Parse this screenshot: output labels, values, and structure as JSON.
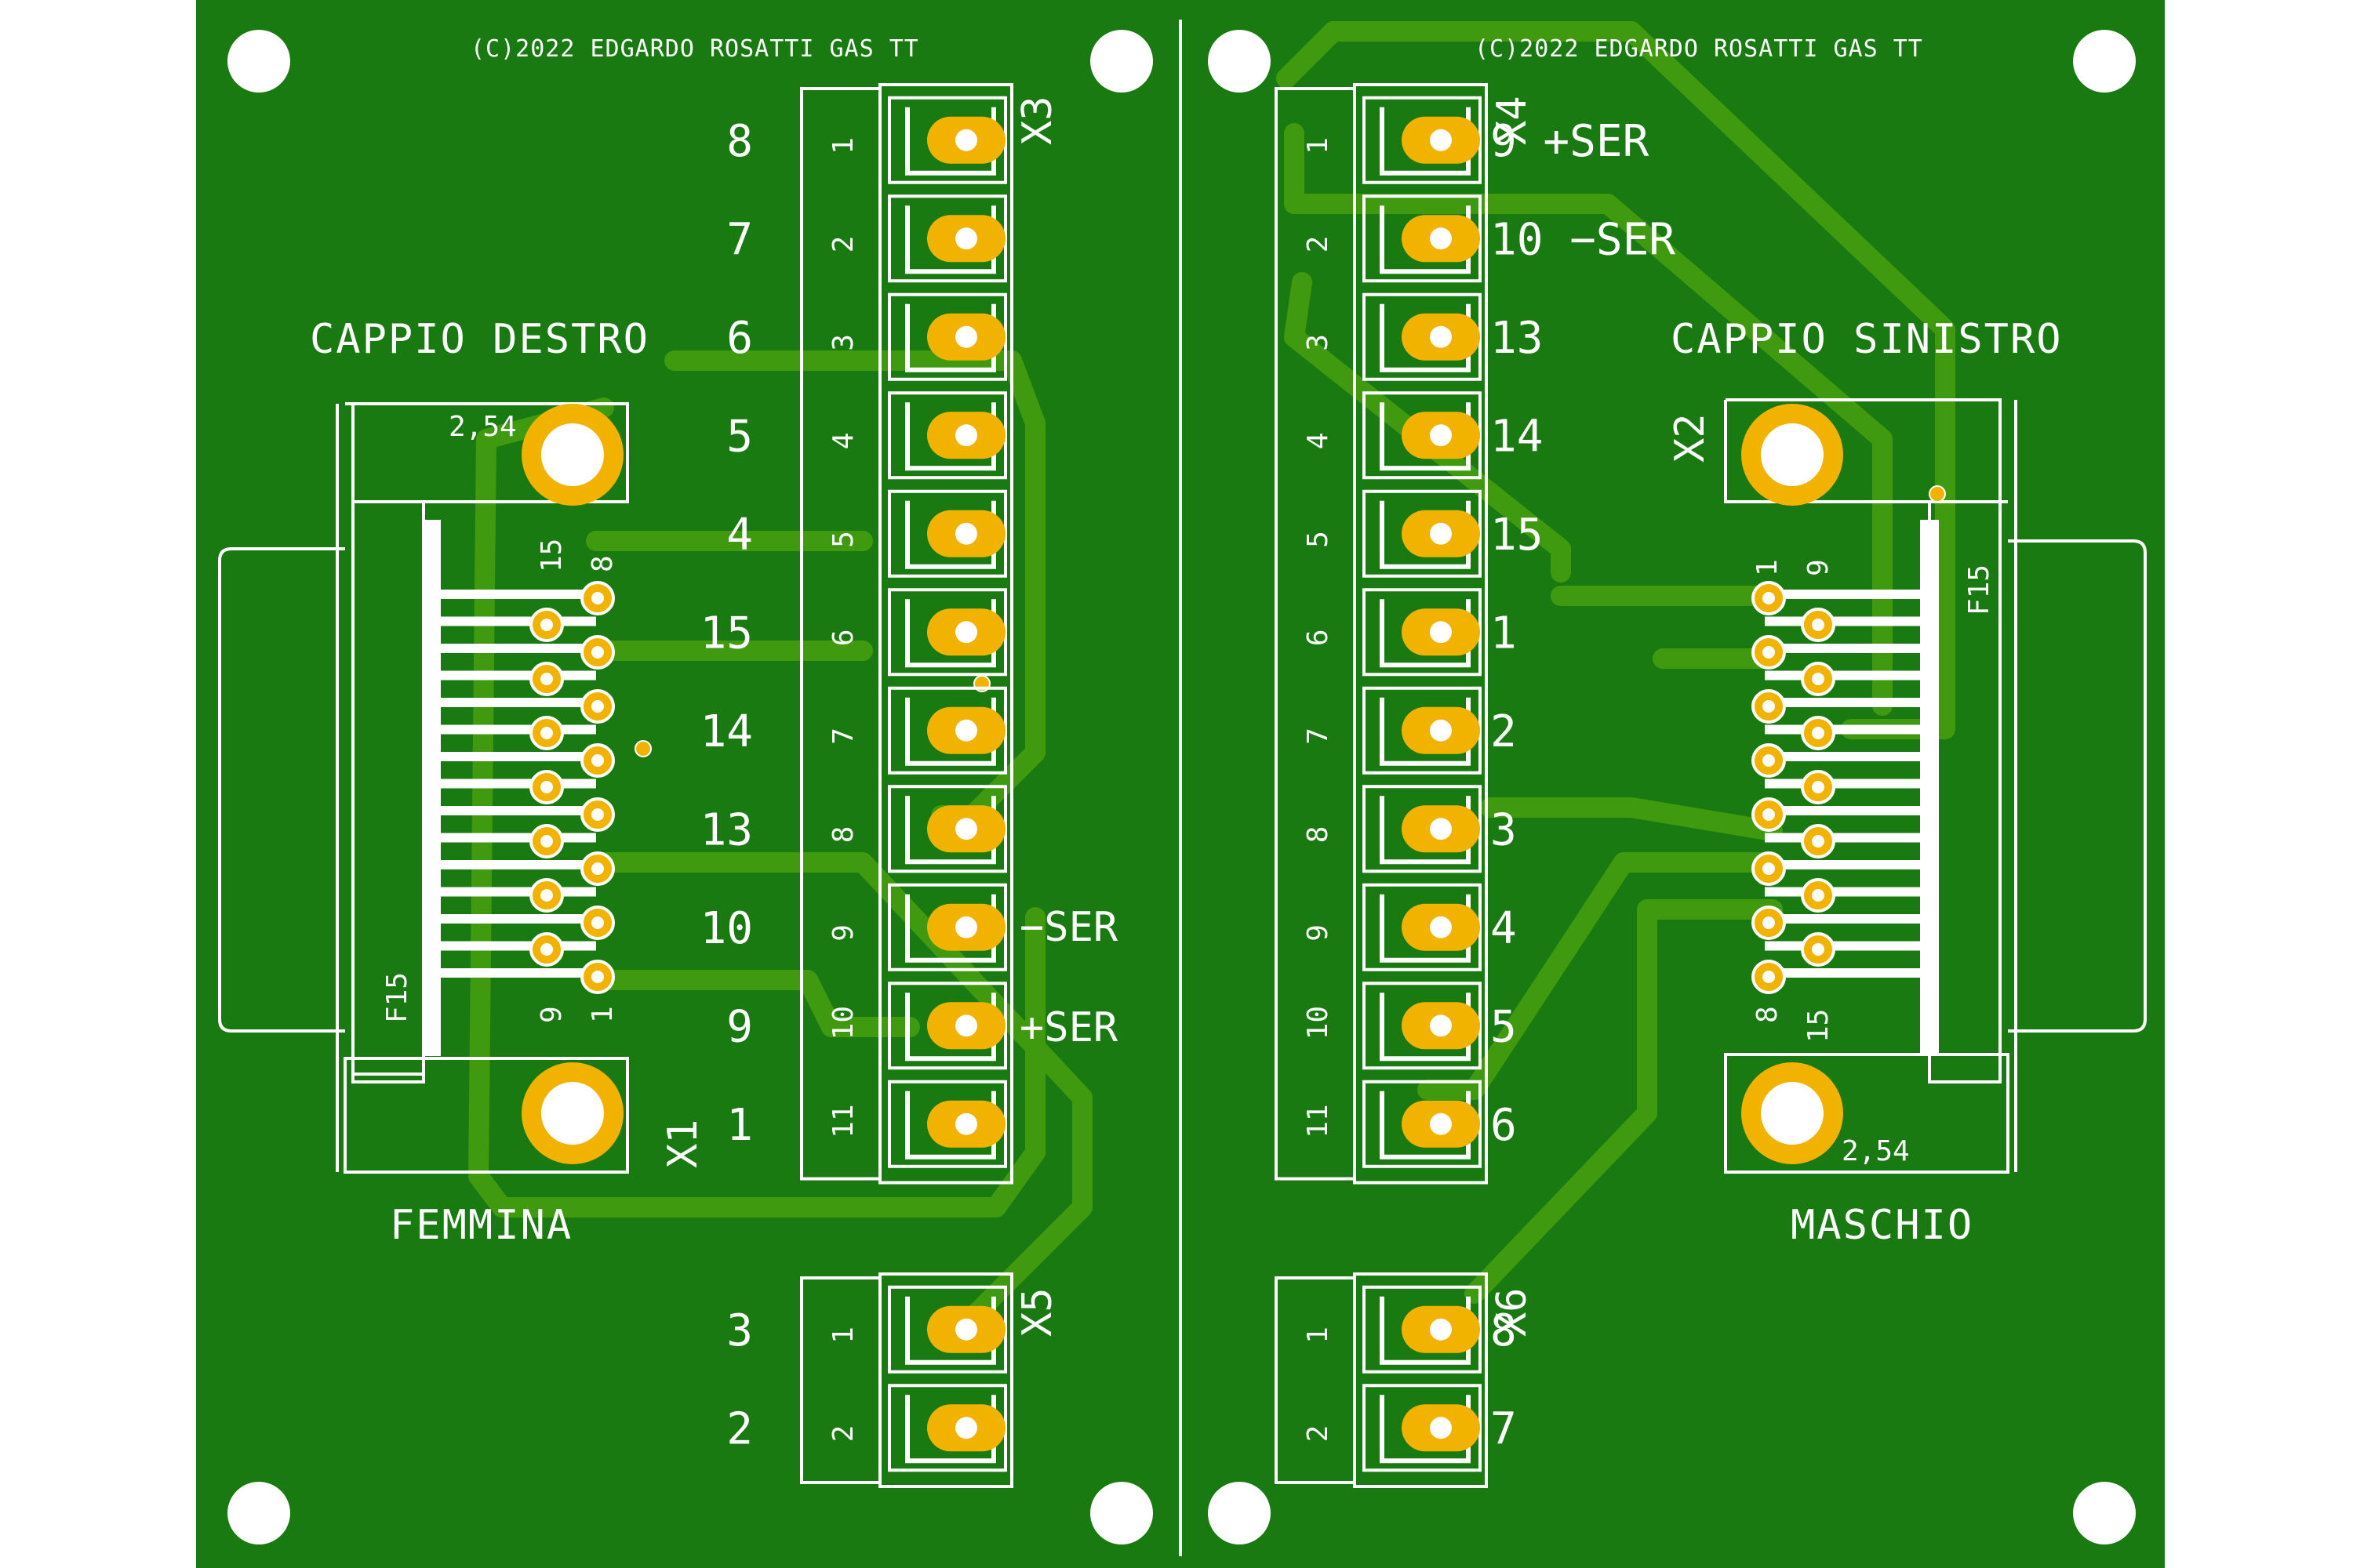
{
  "board": {
    "copyright_left": "(C)2022 EDGARDO ROSATTI GAS TT",
    "copyright_right": "(C)2022 EDGARDO ROSATTI GAS TT",
    "colors": {
      "board": "#1a7a12",
      "trace": "#3f9a10",
      "pad": "#f2b200",
      "silk": "#ffffff"
    }
  },
  "left": {
    "title": "CAPPIO DESTRO",
    "subtitle": "FEMMINA",
    "dsub_ref": "X1",
    "dsub_code": "F15",
    "pitch": "2,54",
    "pin15": "15",
    "pin8": "8",
    "pin9": "9",
    "pin1": "1",
    "x3": {
      "ref": "X3",
      "pins": [
        "1",
        "2",
        "3",
        "4",
        "5",
        "6",
        "7",
        "8",
        "9",
        "10",
        "11"
      ],
      "labels": [
        "8",
        "7",
        "6",
        "5",
        "4",
        "15",
        "14",
        "13",
        "10",
        "9",
        "1"
      ]
    },
    "ser_minus": "−SER",
    "ser_plus": "+SER",
    "x5": {
      "ref": "X5",
      "pins": [
        "1",
        "2"
      ],
      "labels": [
        "3",
        "2"
      ]
    }
  },
  "right": {
    "title": "CAPPIO SINISTRO",
    "subtitle": "MASCHIO",
    "dsub_ref": "X2",
    "dsub_code": "F15",
    "pitch": "2,54",
    "pin1": "1",
    "pin9": "9",
    "pin8": "8",
    "pin15": "15",
    "x4": {
      "ref": "X4",
      "pins": [
        "1",
        "2",
        "3",
        "4",
        "5",
        "6",
        "7",
        "8",
        "9",
        "10",
        "11"
      ],
      "labels": [
        "9 +SER",
        "10 −SER",
        "13",
        "14",
        "15",
        "1",
        "2",
        "3",
        "4",
        "5",
        "6"
      ]
    },
    "x6": {
      "ref": "X6",
      "pins": [
        "1",
        "2"
      ],
      "labels": [
        "8",
        "7"
      ]
    }
  }
}
